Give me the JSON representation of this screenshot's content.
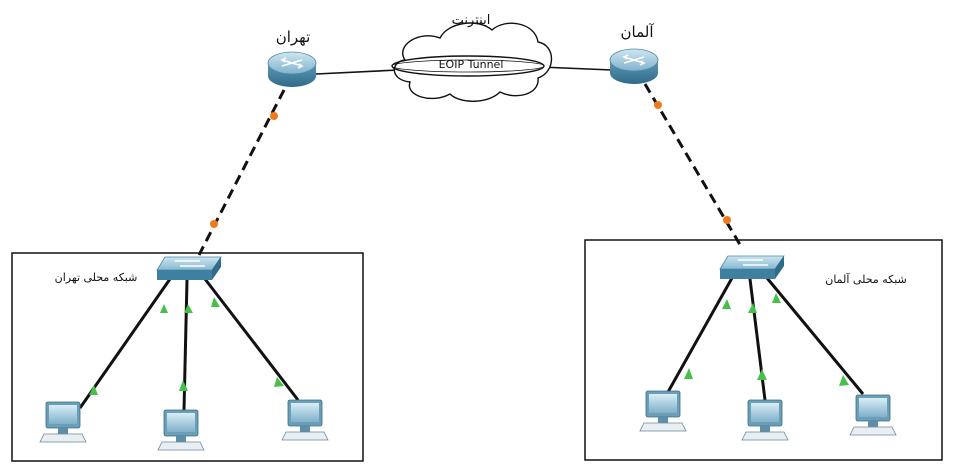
{
  "labels": {
    "internet": "اینترنت",
    "tunnel": "EOIP Tunnel",
    "router_tehran": "تهران",
    "router_germany": "آلمان",
    "lan_tehran": "شبکه محلی تهران",
    "lan_germany": "شبکه محلی آلمان"
  },
  "colors": {
    "router": "#6aa8c4",
    "switch": "#6fa6c2",
    "link": "#111111",
    "serial_dot": "#f07a1a",
    "link_up_triangle": "#46c04a",
    "pc": "#8fb8cc"
  },
  "icons": [
    "router-icon",
    "switch-icon",
    "pc-icon",
    "cloud-icon"
  ]
}
